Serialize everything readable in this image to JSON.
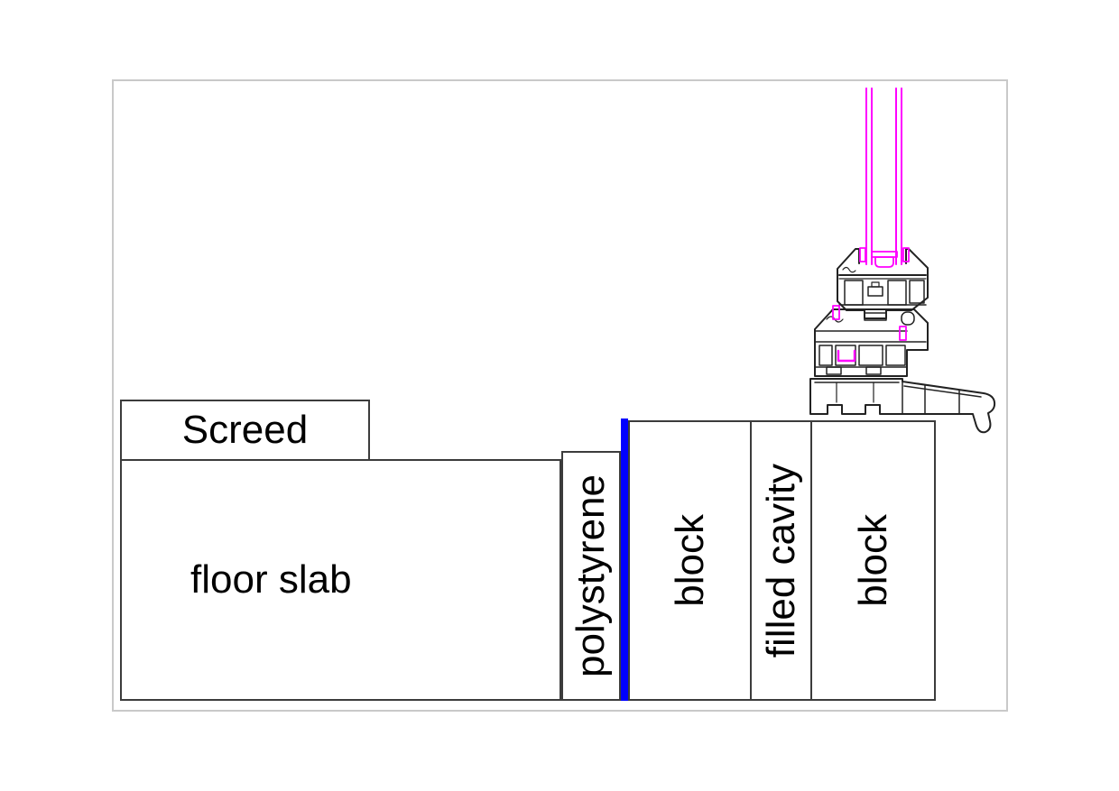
{
  "drawing": {
    "title": "window sill construction detail section",
    "labels": {
      "screed": "Screed",
      "floor_slab": "floor slab",
      "polystyrene": "polystyrene",
      "block_inner": "block",
      "filled_cavity": "filled cavity",
      "block_outer": "block"
    },
    "colors": {
      "box_line": "#3c3c3c",
      "profile_line": "#222222",
      "insulation_marker_blue": "#0000ff",
      "glazing_magenta": "#ff00ff",
      "sheet_border_gray": "#c9c9c9",
      "background": "#ffffff"
    },
    "components": {
      "window": "upvc window frame and sill cross-section",
      "glazing": "double glazed unit"
    }
  }
}
